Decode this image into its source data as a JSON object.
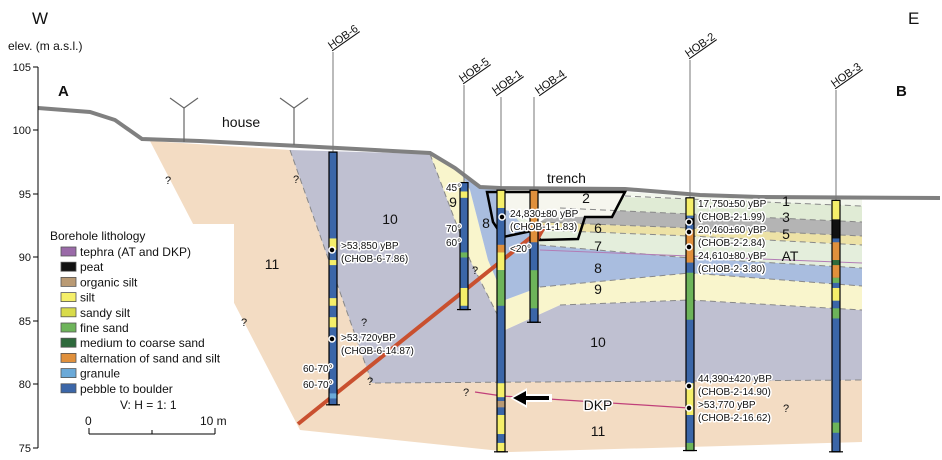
{
  "header": {
    "west": "W",
    "east": "E",
    "axis_label": "elev. (m a.s.l.)",
    "section_start": "A",
    "section_end": "B"
  },
  "axis": {
    "ticks": [
      "105",
      "100",
      "95",
      "90",
      "85",
      "80",
      "75"
    ]
  },
  "landmarks": {
    "house": "house",
    "trench": "trench"
  },
  "boreholes": [
    {
      "name": "HOB-6",
      "segments": [
        [
          "pebble",
          98.3,
          78.4
        ],
        [
          "silt",
          91.5,
          90.6
        ],
        [
          "silt",
          89.8,
          89.4
        ],
        [
          "silt",
          86.8,
          86.2
        ],
        [
          "silt",
          85.3,
          84.5
        ],
        [
          "granule",
          79.3,
          78.9
        ]
      ]
    },
    {
      "name": "HOB-5",
      "segments": [
        [
          "pebble",
          95.9,
          85.9
        ],
        [
          "silt",
          95.2,
          94.7
        ],
        [
          "fine_sand",
          90.4,
          90.0
        ],
        [
          "silt",
          87.6,
          86.2
        ]
      ]
    },
    {
      "name": "HOB-1",
      "segments": [
        [
          "pebble",
          95.3,
          74.7
        ],
        [
          "silt",
          95.3,
          93.9
        ],
        [
          "alternation",
          91.0,
          90.4
        ],
        [
          "silt",
          90.4,
          89.0
        ],
        [
          "fine_sand",
          89.0,
          86.2
        ],
        [
          "silt",
          80.1,
          79.0
        ],
        [
          "organic_silt",
          78.7,
          78.2
        ],
        [
          "silt",
          77.6,
          76.1
        ],
        [
          "silt",
          75.4,
          74.7
        ]
      ]
    },
    {
      "name": "HOB-4",
      "segments": [
        [
          "pebble",
          95.3,
          84.9
        ],
        [
          "alternation",
          95.3,
          91.2
        ],
        [
          "fine_sand",
          89.0,
          86.0
        ]
      ]
    },
    {
      "name": "HOB-2",
      "segments": [
        [
          "pebble",
          94.7,
          74.8
        ],
        [
          "silt",
          94.7,
          93.3
        ],
        [
          "peat",
          93.1,
          92.6
        ],
        [
          "alternation",
          92.2,
          89.6
        ],
        [
          "fine_sand",
          88.8,
          85.1
        ],
        [
          "silt",
          80.1,
          77.6
        ],
        [
          "fine_sand",
          75.4,
          74.8
        ]
      ]
    },
    {
      "name": "HOB-3",
      "segments": [
        [
          "pebble",
          94.5,
          74.7
        ],
        [
          "silt",
          94.5,
          93.0
        ],
        [
          "peat",
          93.0,
          91.5
        ],
        [
          "alternation",
          91.2,
          88.4
        ],
        [
          "medium_sand",
          89.8,
          89.4
        ],
        [
          "fine_sand",
          88.4,
          88.0
        ],
        [
          "silt",
          87.6,
          86.6
        ],
        [
          "fine_sand",
          86.0,
          85.2
        ],
        [
          "fine_sand",
          77.0,
          76.2
        ]
      ]
    }
  ],
  "dates": {
    "hob6_a": ">53,850 yBP",
    "hob6_a_id": "(CHOB-6-7.86)",
    "hob6_b": ">53,720yBP",
    "hob6_b_id": "(CHOB-6-14.87)",
    "hob1_a": "24,830±80 yBP",
    "hob1_a_id": "(CHOB-1-1.83)",
    "hob2_a": "17,750±50 yBP",
    "hob2_a_id": "(CHOB-2-1.99)",
    "hob2_b": "20,460±60 yBP",
    "hob2_b_id": "(CHOB-2-2.84)",
    "hob2_c": "24,610±80 yBP",
    "hob2_c_id": "(CHOB-2-3.80)",
    "hob2_d": "44,390±420 yBP",
    "hob2_d_id": "(CHOB-2-14.90)",
    "hob2_e": ">53,770 yBP",
    "hob2_e_id": "(CHOB-2-16.62)"
  },
  "units": {
    "u1": "1",
    "u2": "2",
    "u3": "3",
    "u5": "5",
    "u6": "6",
    "u7": "7",
    "at": "AT",
    "u8": "8",
    "u9": "9",
    "u10": "10",
    "u11": "11",
    "u8w": "8",
    "u9w": "9",
    "u10w": "10",
    "u11w": "11",
    "dkp": "DKP"
  },
  "dips": {
    "d45": "45°",
    "d70": "70°",
    "d60": "60°",
    "d20": "<20°",
    "d6070a": "60-70°",
    "d6070b": "60-70°"
  },
  "unknown": "?",
  "legend": {
    "title": "Borehole lithology",
    "items": [
      {
        "key": "tephra",
        "label": "tephra (AT and DKP)",
        "color": "#9a6aa8"
      },
      {
        "key": "peat",
        "label": "peat",
        "color": "#111111"
      },
      {
        "key": "organic_silt",
        "label": "organic silt",
        "color": "#b99a74"
      },
      {
        "key": "silt",
        "label": "silt",
        "color": "#f5ef6a"
      },
      {
        "key": "sandy_silt",
        "label": "sandy silt",
        "color": "#d8db4a"
      },
      {
        "key": "fine_sand",
        "label": "fine sand",
        "color": "#6db45a"
      },
      {
        "key": "medium_sand",
        "label": "medium to coarse sand",
        "color": "#2e6a3c"
      },
      {
        "key": "alternation",
        "label": "alternation of sand and silt",
        "color": "#e0903c"
      },
      {
        "key": "granule",
        "label": "granule",
        "color": "#6aa9d8"
      },
      {
        "key": "pebble",
        "label": "pebble to boulder",
        "color": "#3b66a8"
      }
    ],
    "ratio": "V: H = 1: 1",
    "scale_start": "0",
    "scale_end": "10 m"
  },
  "colors": {
    "fault": "#c9502f",
    "ground": "#7f7f7f",
    "tephra_line": "#c0407a"
  }
}
